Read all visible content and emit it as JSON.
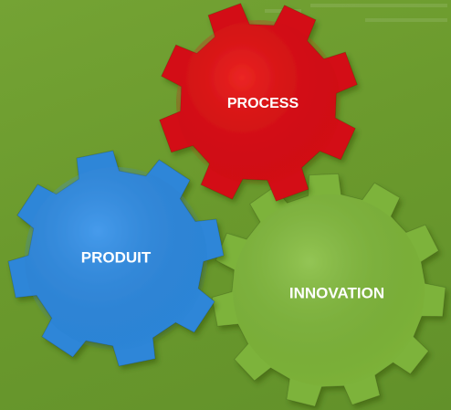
{
  "gears": [
    {
      "id": "process",
      "label": "PROCESS",
      "color": "#d30c12"
    },
    {
      "id": "produit",
      "label": "PRODUIT",
      "color": "#2d86d8"
    },
    {
      "id": "innovation",
      "label": "INNOVATION",
      "color": "#7db33a"
    }
  ],
  "background_color": "#6b9a2d"
}
